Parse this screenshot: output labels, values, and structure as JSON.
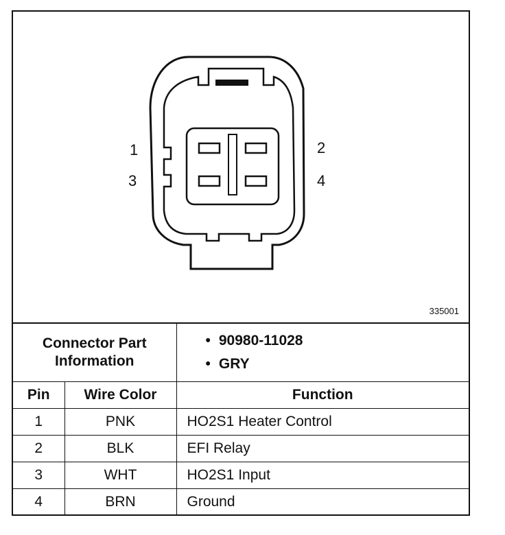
{
  "diagram": {
    "pin_labels": [
      "1",
      "2",
      "3",
      "4"
    ],
    "figure_id": "335001"
  },
  "connector_info": {
    "label_line1": "Connector Part",
    "label_line2": "Information",
    "values": [
      "90980-11028",
      "GRY"
    ]
  },
  "table": {
    "headers": {
      "pin": "Pin",
      "wire_color": "Wire Color",
      "function": "Function"
    },
    "rows": [
      {
        "pin": "1",
        "wire_color": "PNK",
        "function": "HO2S1 Heater Control"
      },
      {
        "pin": "2",
        "wire_color": "BLK",
        "function": "EFI Relay"
      },
      {
        "pin": "3",
        "wire_color": "WHT",
        "function": "HO2S1 Input"
      },
      {
        "pin": "4",
        "wire_color": "BRN",
        "function": "Ground"
      }
    ]
  }
}
